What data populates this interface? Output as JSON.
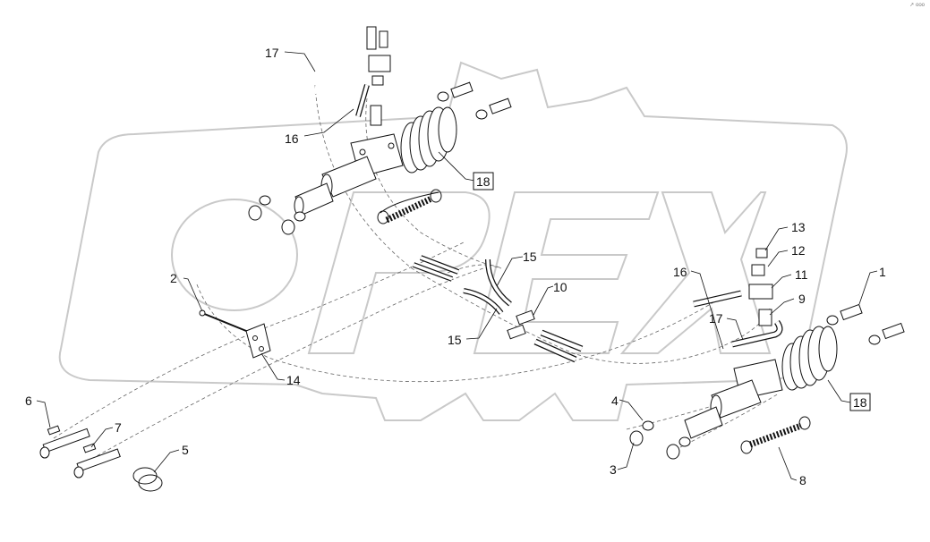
{
  "watermark": {
    "text": "OPEX"
  },
  "corner_mark": "↗ ooo",
  "callouts": [
    {
      "id": "c17a",
      "text": "17"
    },
    {
      "id": "c16a",
      "text": "16"
    },
    {
      "id": "c18a",
      "text": "18"
    },
    {
      "id": "c2",
      "text": "2"
    },
    {
      "id": "c15a",
      "text": "15"
    },
    {
      "id": "c10",
      "text": "10"
    },
    {
      "id": "c15b",
      "text": "15"
    },
    {
      "id": "c14",
      "text": "14"
    },
    {
      "id": "c6",
      "text": "6"
    },
    {
      "id": "c7",
      "text": "7"
    },
    {
      "id": "c5",
      "text": "5"
    },
    {
      "id": "c13",
      "text": "13"
    },
    {
      "id": "c12",
      "text": "12"
    },
    {
      "id": "c11",
      "text": "11"
    },
    {
      "id": "c16b",
      "text": "16"
    },
    {
      "id": "c1",
      "text": "1"
    },
    {
      "id": "c9",
      "text": "9"
    },
    {
      "id": "c17b",
      "text": "17"
    },
    {
      "id": "c4",
      "text": "4"
    },
    {
      "id": "c18b",
      "text": "18"
    },
    {
      "id": "c3",
      "text": "3"
    },
    {
      "id": "c8",
      "text": "8"
    }
  ],
  "colors": {
    "ink": "#111111",
    "watermark": "#c9c9c9",
    "background": "#ffffff"
  }
}
